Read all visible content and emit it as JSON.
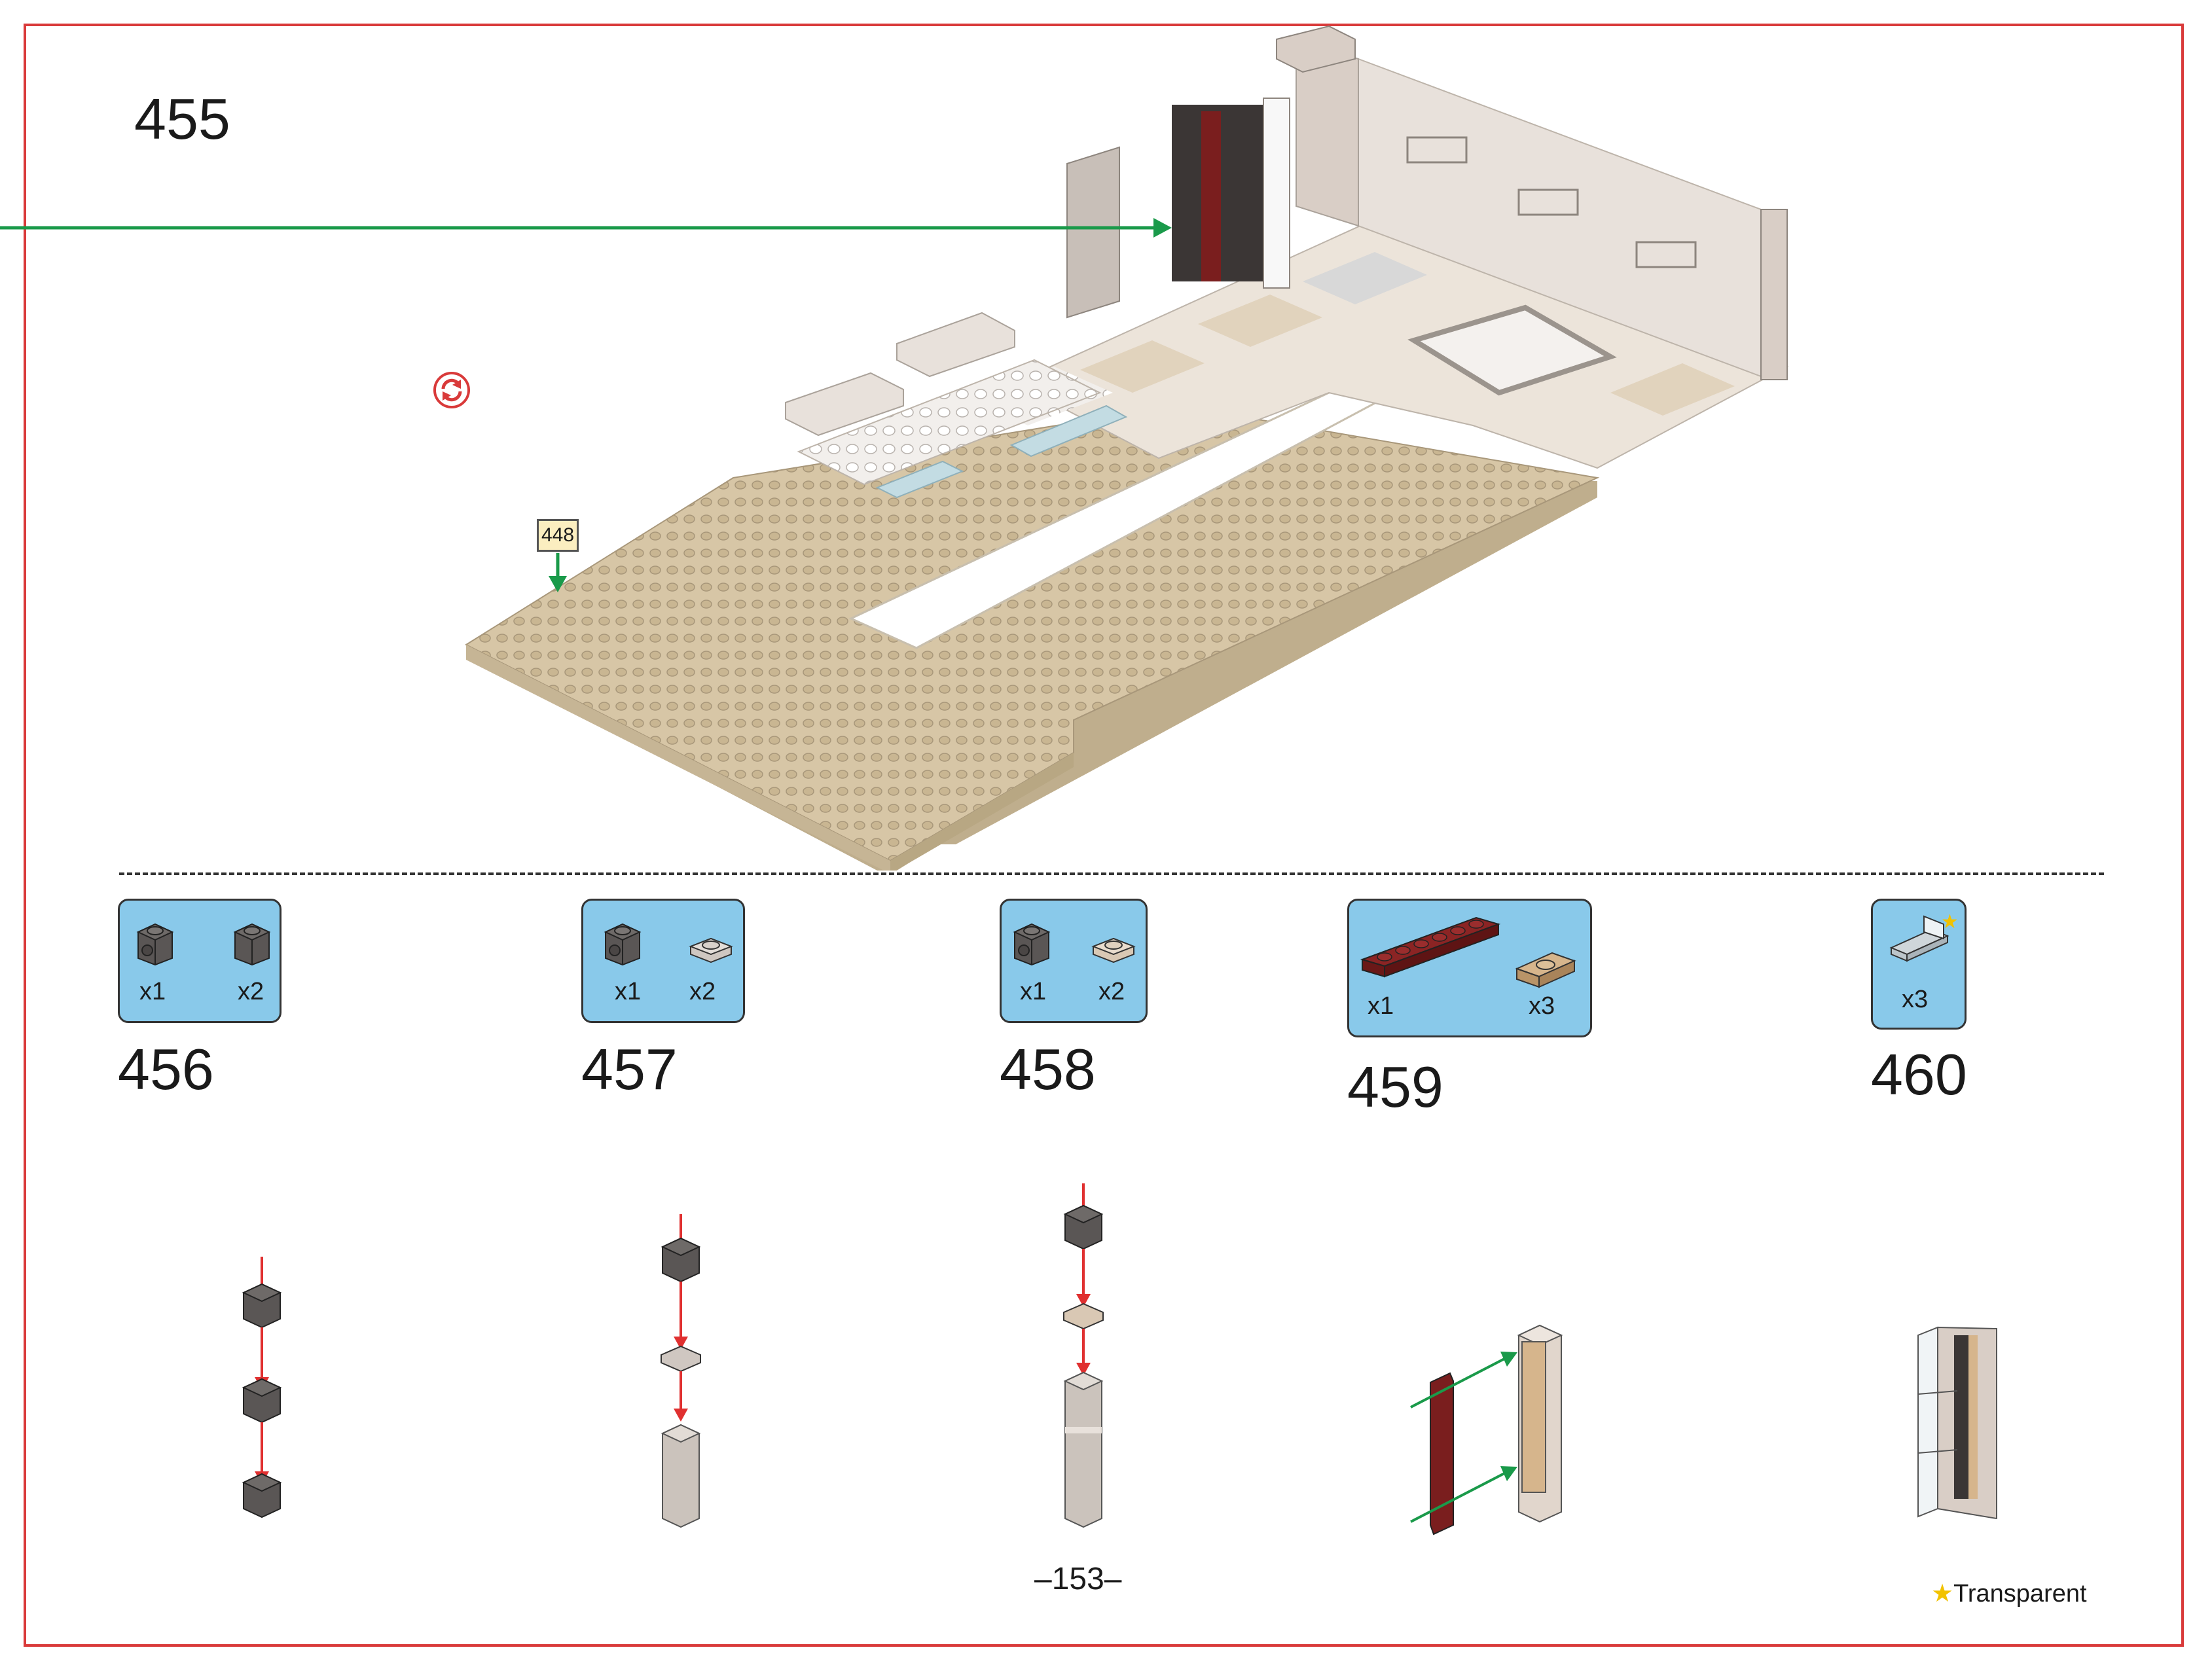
{
  "page_number": "–153–",
  "legend": {
    "star": "★",
    "text": "Transparent"
  },
  "main_step": {
    "number": "455",
    "callout_ref": "448"
  },
  "steps": [
    {
      "number": "456",
      "parts": [
        {
          "qty": "x1",
          "icon": "dark-gray-1x1-brick-with-stud-icon"
        },
        {
          "qty": "x2",
          "icon": "dark-gray-1x1-brick-icon"
        }
      ]
    },
    {
      "number": "457",
      "parts": [
        {
          "qty": "x1",
          "icon": "dark-gray-1x1-brick-with-stud-icon"
        },
        {
          "qty": "x2",
          "icon": "light-gray-1x1-plate-icon"
        }
      ]
    },
    {
      "number": "458",
      "parts": [
        {
          "qty": "x1",
          "icon": "dark-gray-1x1-brick-with-stud-icon"
        },
        {
          "qty": "x2",
          "icon": "tan-1x1-plate-icon"
        }
      ]
    },
    {
      "number": "459",
      "parts": [
        {
          "qty": "x1",
          "icon": "dark-red-1x6-plate-icon"
        },
        {
          "qty": "x3",
          "icon": "tan-1x2-jumper-plate-icon"
        }
      ]
    },
    {
      "number": "460",
      "parts": [
        {
          "qty": "x3",
          "icon": "transparent-window-panel-icon",
          "transparent": true
        }
      ]
    }
  ],
  "colors": {
    "frame": "#d93a3a",
    "parts_box": "#89c9ea",
    "arrow_red": "#e03030",
    "arrow_green": "#1a9a4a",
    "tan": "#d7c6a6",
    "dark_gray": "#5a5655",
    "dark_red": "#7a1e1e",
    "light_stone": "#e8e1db"
  }
}
